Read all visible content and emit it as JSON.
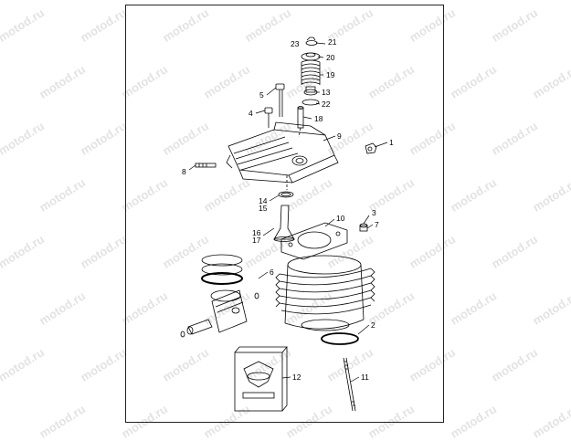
{
  "watermark": {
    "text": "motod.ru"
  },
  "callouts": [
    {
      "n": "1"
    },
    {
      "n": "2"
    },
    {
      "n": "3"
    },
    {
      "n": "4"
    },
    {
      "n": "5"
    },
    {
      "n": "6"
    },
    {
      "n": "7"
    },
    {
      "n": "8"
    },
    {
      "n": "9"
    },
    {
      "n": "10"
    },
    {
      "n": "11"
    },
    {
      "n": "12"
    },
    {
      "n": "13"
    },
    {
      "n": "14"
    },
    {
      "n": "15"
    },
    {
      "n": "16"
    },
    {
      "n": "17"
    },
    {
      "n": "18"
    },
    {
      "n": "19"
    },
    {
      "n": "20"
    },
    {
      "n": "21"
    },
    {
      "n": "22"
    },
    {
      "n": "23"
    }
  ]
}
